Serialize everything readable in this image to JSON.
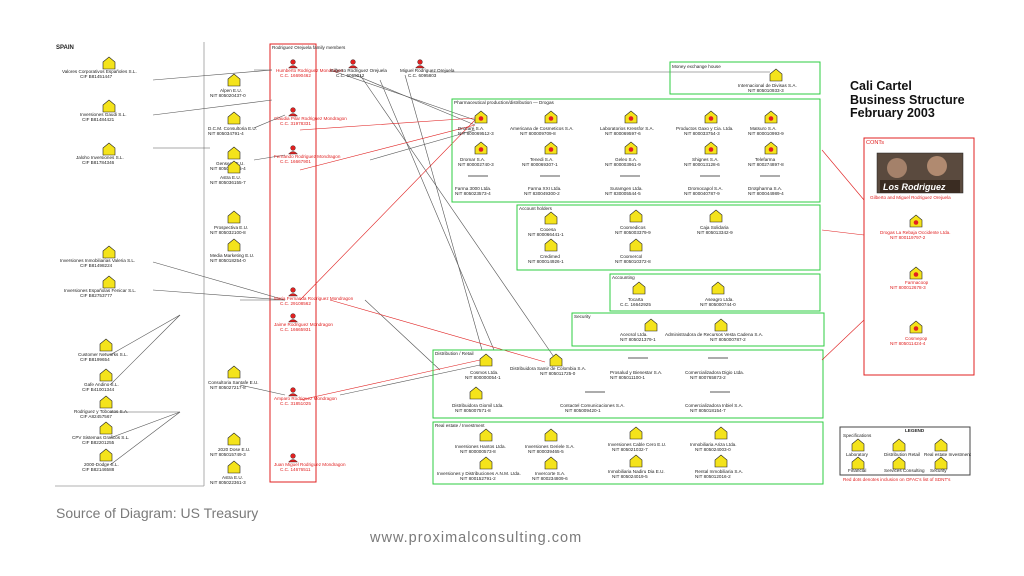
{
  "title": {
    "line1": "Cali Cartel",
    "line2": "Business Structure",
    "line3": "February 2003"
  },
  "caption": "Source of Diagram: US Treasury",
  "website": "www.proximalconsulting.com",
  "sections": {
    "spain": "SPAIN",
    "family": "Rodriguez Orejuela family members",
    "pharma": "Pharmaceutical production/distribution — Drogas",
    "account": "Account holders",
    "accounting": "Accounting",
    "security": "Security",
    "distribution": "Distribution / Retail",
    "realestate": "Real estate / Investment",
    "money": "Money exchange house",
    "fronts": "CONTs",
    "legend": "LEGEND"
  },
  "spain_companies": [
    {
      "name": "Valores Corporativos Españoles S.L.",
      "id": "CIF B81451447"
    },
    {
      "name": "Inversiones Gaudi S.L.",
      "id": "CIF B81484421"
    },
    {
      "name": "Jaloho Inversiones S.L.",
      "id": "CIF B81784346"
    },
    {
      "name": "Inversiones Inmobiliarias Valeria S.L.",
      "id": "CIF B81498224"
    },
    {
      "name": "Inversiones Españolas Fenicar S.L.",
      "id": "CIF B82753777"
    },
    {
      "name": "Customer Networks S.L.",
      "id": "CIF B8199654"
    },
    {
      "name": "Gafe Andino S.L.",
      "id": "CIF B41001344"
    },
    {
      "name": "Rodriguez y Toboatos S.A.",
      "id": "CIF A82457567"
    },
    {
      "name": "CPV Sistemas Graficos S.L.",
      "id": "CIF B82201255"
    },
    {
      "name": "2000-Dodge S.L.",
      "id": "CIF B82146588"
    }
  ],
  "mid_companies": [
    {
      "name": "Alpen E.U.",
      "id": "NIT 805020437-0"
    },
    {
      "name": "D.C.M. Consultoria E.U.",
      "id": "NIT 805034791-4"
    },
    {
      "name": "Genseas E.U.",
      "id": "NIT 805003455-4"
    },
    {
      "name": "Astra E.U.",
      "id": "NIT 805036155-7"
    },
    {
      "name": "Prospectiva E.U.",
      "id": "NIT 805032100-8"
    },
    {
      "name": "Media Marketing E.U.",
      "id": "NIT 805018254-0"
    },
    {
      "name": "Consultoria Santafe E.U.",
      "id": "NIT 805027217-8"
    },
    {
      "name": "2020 Dose E.U.",
      "id": "NIT 805015749-3"
    },
    {
      "name": "Astra E.U.",
      "id": "NIT 805022361-3"
    }
  ],
  "people": [
    {
      "name": "Humberto Rodriguez Mondragon",
      "id": "C.C. 16690462"
    },
    {
      "name": "Claudia Pilar Rodriguez Mondragon",
      "id": "C.C. 31978331"
    },
    {
      "name": "Fernando Rodriguez Mondragon",
      "id": "C.C. 16667901"
    },
    {
      "name": "Gilberto Rodriguez Orejuela",
      "id": "C.C. 6065012"
    },
    {
      "name": "Maria Fernanda Rodriguez Mondragon",
      "id": "C.C. 29108562"
    },
    {
      "name": "Jaime Rodriguez Mondragon",
      "id": "C.C. 16665931"
    },
    {
      "name": "Miguel Rodriguez Orejuela",
      "id": "C.C. 6095803"
    },
    {
      "name": "Amparo Rodriguez Mondragon",
      "id": "C.C. 31851025"
    },
    {
      "name": "Juan Miguel Rodriguez Mondragon",
      "id": "C.C. 14676511"
    }
  ],
  "pharma_companies": [
    {
      "name": "Drocaré S.A.",
      "id": "NIT 800069512-3"
    },
    {
      "name": "Americana de Cosmeticos S.A.",
      "id": "NIT 800009709-8"
    },
    {
      "name": "Laboratorios Kressfor S.A.",
      "id": "NIT 800069597-6"
    },
    {
      "name": "Productos Gaxo y Cia. Ltda.",
      "id": "NIT 800033754-3"
    },
    {
      "name": "Matsuro S.A.",
      "id": "NIT 800010993-9"
    },
    {
      "name": "Dromar S.A.",
      "id": "NIT 800002740-3"
    },
    {
      "name": "Tenedi S.A.",
      "id": "NIT 800069307-1"
    },
    {
      "name": "Geleo S.A.",
      "id": "NIT 800003961-9"
    },
    {
      "name": "Shignes S.A.",
      "id": "NIT 800013128-6"
    },
    {
      "name": "Telefarma",
      "id": "NIT 800274897-8"
    },
    {
      "name": "Farma 3000 Ltda.",
      "id": "NIT 805023573-4"
    },
    {
      "name": "Farma XXI Ltda.",
      "id": "NIT 830049300-2"
    },
    {
      "name": "Suramgen Ltda.",
      "id": "NIT 830005544-5"
    },
    {
      "name": "Dromocapol S.A.",
      "id": "NIT 800040787-9"
    },
    {
      "name": "Drotpharma S.A.",
      "id": "NIT 800044989-4"
    }
  ],
  "account_holders": [
    {
      "name": "Cooesa",
      "id": "NIT 800066441-1"
    },
    {
      "name": "Coomedicos",
      "id": "NIT 805003379-9"
    },
    {
      "name": "Caja Solidaria",
      "id": "NIT 805013342-9"
    },
    {
      "name": "Credimed",
      "id": "NIT 800014926-1"
    },
    {
      "name": "Coomercol",
      "id": "NIT 805010372-8"
    }
  ],
  "accounting": [
    {
      "name": "Tocarta",
      "id": "C.C. 16642925"
    },
    {
      "name": "Aseagro Ltda.",
      "id": "NIT 805000744-0"
    }
  ],
  "security": [
    {
      "name": "Acecsol Ltda.",
      "id": "NIT 805021379-1"
    },
    {
      "name": "Administradora de Recursos Vesta Cadena S.A.",
      "id": "NIT 805000787-2"
    }
  ],
  "distribution": [
    {
      "name": "Cosmos Ltda.",
      "id": "NIT 800000054-1"
    },
    {
      "name": "Distribuidora Samir de Colombia S.A.",
      "id": "NIT 805011725-0"
    },
    {
      "name": "Prosalud y Bienestar S.A.",
      "id": "NIT 805011100-1"
    },
    {
      "name": "Comercializadora Digio Ltda.",
      "id": "NIT 800765873-2"
    },
    {
      "name": "Distribuidora Giomil Ltda.",
      "id": "NIT 805007571-8"
    },
    {
      "name": "Contactel Comunicaciones S.A.",
      "id": "NIT 805009420-1"
    },
    {
      "name": "Comercializadora Inbiel S.A.",
      "id": "NIT 805018154-7"
    }
  ],
  "realestate": [
    {
      "name": "Inversiones Hantos Ltda.",
      "id": "NIT 800000573-8"
    },
    {
      "name": "Inversiones Geriele S.A.",
      "id": "NIT 800039465-5"
    },
    {
      "name": "Inversiones Cable Cero E.U.",
      "id": "NIT 805021032-7"
    },
    {
      "name": "Inmobiliaria Ariza Ltda.",
      "id": "NIT 805024003-0"
    },
    {
      "name": "Inversiones y Distribuciones A.N.M. Ltda.",
      "id": "NIT 800152791-2"
    },
    {
      "name": "Invercorte S.A.",
      "id": "NIT 800234809-6"
    },
    {
      "name": "Inmobiliaria Nadiru Dia E.U.",
      "id": "NIT 805024019-5"
    },
    {
      "name": "Rental Inmobiliaria S.A.",
      "id": "NIT 805012016-2"
    }
  ],
  "money_exchange": {
    "name": "Internacional de Divisas S.A.",
    "id": "NIT 805010933-3"
  },
  "fronts": {
    "photo_caption": "Los Rodriguez",
    "photo_sub": "Gilberto and Miguel Rodriguez Orejuela",
    "items": [
      {
        "name": "Drogas La Rebaja Occidente Ltda.",
        "id": "NIT 800119797-2"
      },
      {
        "name": "Farmacoop",
        "id": "NIT 800012678-3"
      },
      {
        "name": "Cosmepop",
        "id": "NIT 805011424-4"
      }
    ]
  },
  "legend": {
    "subtitle": "Specifications",
    "items": [
      "Laboratory",
      "Distribution Retail",
      "Real estate Investment",
      "Financial",
      "Services Consulting",
      "Security"
    ],
    "footnote": "Red dots denotes inclusion on OFAC's list of SDNT's"
  },
  "colors": {
    "accent_green": "#2ecc40",
    "accent_red": "#e02020",
    "house_fill": "#f4e31b"
  }
}
